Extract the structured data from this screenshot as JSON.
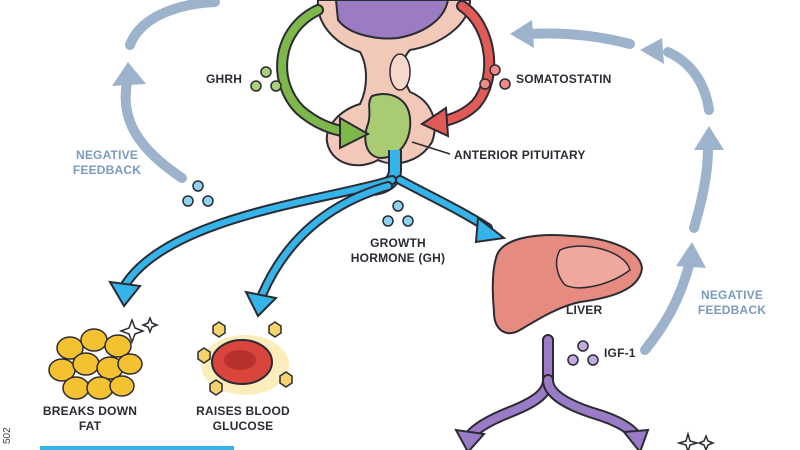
{
  "labels": {
    "ghrh": "GHRH",
    "somatostatin": "SOMATOSTATIN",
    "anterior_pituitary": "ANTERIOR PITUITARY",
    "negative_feedback_left": [
      "NEGATIVE",
      "FEEDBACK"
    ],
    "negative_feedback_right": [
      "NEGATIVE",
      "FEEDBACK"
    ],
    "growth_hormone": [
      "GROWTH",
      "HORMONE (GH)"
    ],
    "liver": "LIVER",
    "igf1": "IGF-1",
    "breaks_down_fat": [
      "BREAKS DOWN",
      "FAT"
    ],
    "raises_blood_glucose": [
      "RAISES BLOOD",
      "GLUCOSE"
    ],
    "side_id": "502"
  },
  "colors": {
    "negative_feedback_arrow": "#9db3cc",
    "feedback_text": "#7a9bbf",
    "gh_arrow": "#35b4ea",
    "ghrh_arrow": "#7fb84a",
    "somatostatin_arrow": "#e25a55",
    "igf1_arrow": "#9a7bc6",
    "hypothalamus": "#9b7cc3",
    "pituitary_tissue": "#f2c9b8",
    "anterior_lobe": "#a9cc72",
    "liver": "#e58b80",
    "fat_cells": "#f4c230",
    "blood_cell": "#d9443c"
  }
}
